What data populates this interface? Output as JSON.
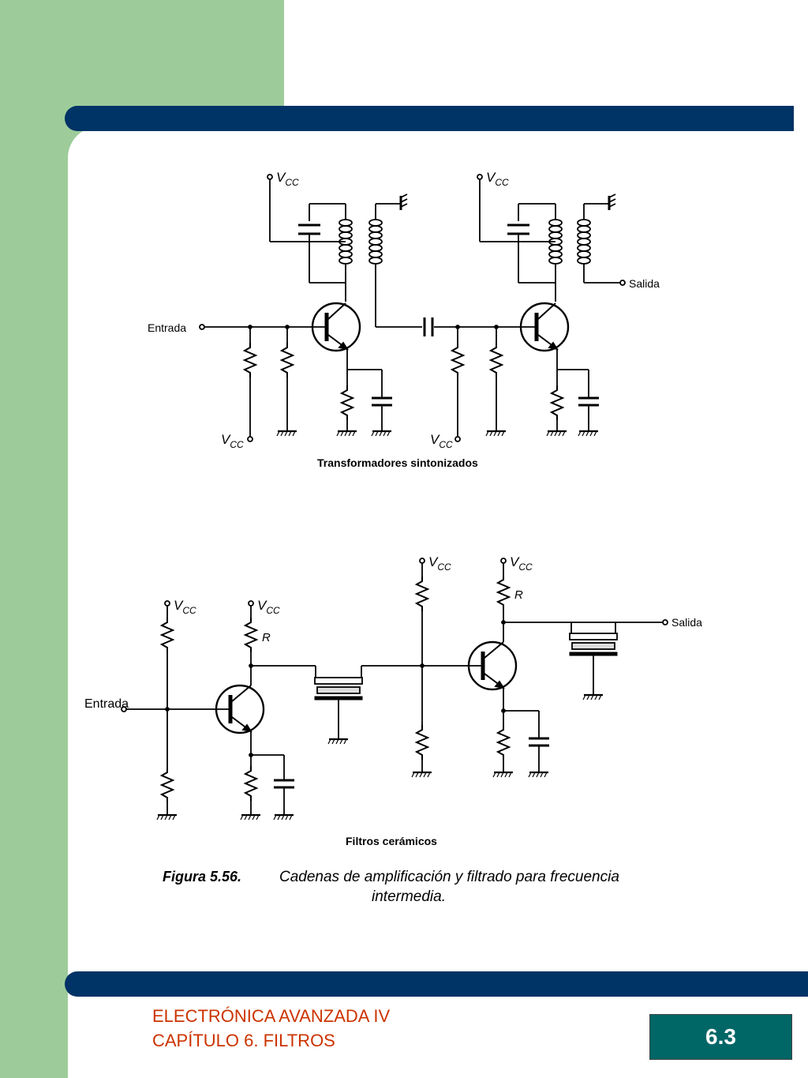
{
  "slide": {
    "footer_line1": "ELECTRÓNICA AVANZADA IV",
    "footer_line2": "CAPÍTULO 6. FILTROS",
    "page_number": "6.3"
  },
  "colors": {
    "side_panel": "#9dcc9a",
    "bar": "#003366",
    "footer_text": "#cc3300",
    "page_box": "#006666"
  },
  "figure": {
    "top_circuit": {
      "caption": "Transformadores sintonizados",
      "input": "Entrada",
      "output": "Salida",
      "supply_v": "V",
      "supply_sub": "CC"
    },
    "bottom_circuit": {
      "caption": "Filtros cerámicos",
      "input": "Entrada",
      "output": "Salida",
      "supply_v": "V",
      "supply_sub": "CC",
      "resistor_label": "R"
    },
    "figure_label": "Figura 5.56.",
    "caption_line1": "Cadenas de amplificación y filtrado para frecuencia",
    "caption_line2": "intermedia."
  }
}
